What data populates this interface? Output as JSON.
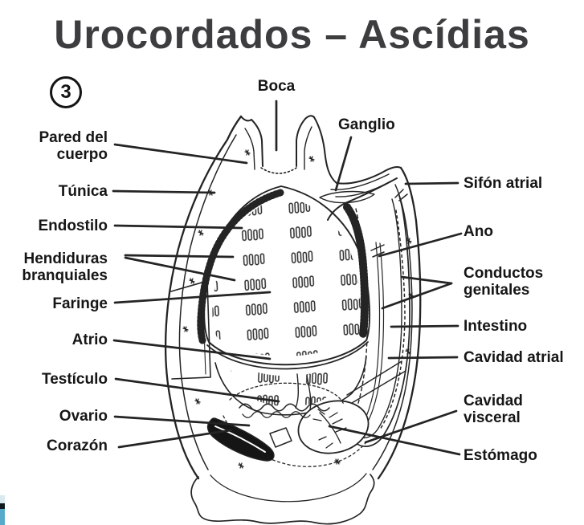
{
  "title": "Urocordados – Ascídias",
  "slide_number": "3",
  "colors": {
    "title_text": "#3d3d3f",
    "label_text": "#161616",
    "line_art": "#242424",
    "heart_fill": "#151515",
    "corner_blue": "#57aac9",
    "corner_blue_light": "#d9e9f0",
    "corner_dark": "#10181c"
  },
  "diagram": {
    "subject": "Corte anatómico de una ascidia (urocordado)",
    "labels": {
      "boca": "Boca",
      "ganglio": "Ganglio",
      "pared_del_cuerpo": [
        "Pared del",
        "cuerpo"
      ],
      "tunica": "Túnica",
      "endostilo": "Endostilo",
      "hendiduras_branquiales": [
        "Hendiduras",
        "branquiales"
      ],
      "faringe": "Faringe",
      "atrio": "Atrio",
      "testiculo": "Testículo",
      "ovario": "Ovario",
      "corazon": "Corazón",
      "sifon_atrial": "Sifón atrial",
      "ano": "Ano",
      "conductos_genitales": [
        "Conductos",
        "genitales"
      ],
      "intestino": "Intestino",
      "cavidad_atrial": "Cavidad atrial",
      "cavidad_visceral": [
        "Cavidad",
        "visceral"
      ],
      "estomago": "Estómago"
    }
  }
}
